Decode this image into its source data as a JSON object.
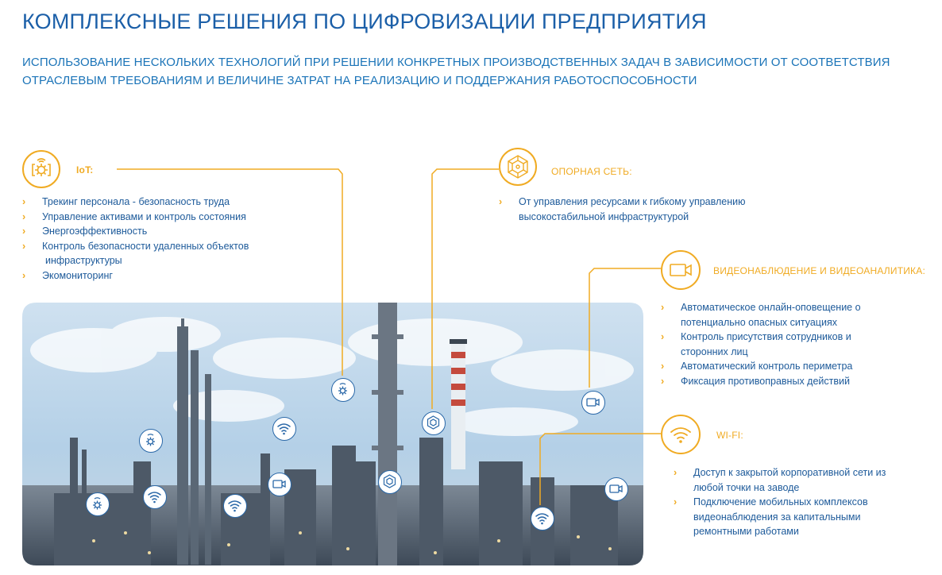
{
  "header": {
    "title": "КОМПЛЕКСНЫЕ РЕШЕНИЯ ПО ЦИФРОВИЗАЦИИ ПРЕДПРИЯТИЯ",
    "subtitle_lines": [
      "ИСПОЛЬЗОВАНИЕ НЕСКОЛЬКИХ ТЕХНОЛОГИЙ ПРИ РЕШЕНИИ КОНКРЕТНЫХ ПРОИЗВОДСТВЕННЫХ ЗАДАЧ В ЗАВИСИМОСТИ ОТ СООТВЕТСТВИЯ",
      "ОТРАСЛЕВЫМ ТРЕБОВАНИЯМ И ВЕЛИЧИНЕ ЗАТРАТ НА РЕАЛИЗАЦИЮ  И ПОДДЕРЖАНИЯ РАБОТОСПОСОБНОСТИ"
    ]
  },
  "sections": {
    "iot": {
      "label": "IoT:",
      "icon": "iot-gear-icon",
      "items": [
        "Трекинг персонала - безопасность труда",
        "Управление активами и контроль состояния",
        "Энергоэффективность",
        "Контроль безопасности удаленных объектов",
        "Экомониторинг"
      ],
      "item4_cont": "инфраструктуры"
    },
    "backbone": {
      "label": "ОПОРНАЯ СЕТЬ:",
      "icon": "network-hexagon-icon",
      "items": [
        "От управления ресурсами к гибкому управлению"
      ],
      "item1_cont": "высокостабильной инфраструктурой"
    },
    "video": {
      "label": "ВИДЕОНАБЛЮДЕНИЕ И ВИДЕОАНАЛИТИКА:",
      "icon": "video-camera-icon",
      "items": [
        [
          "Автоматическое онлайн-оповещение  о",
          "потенциально опасных ситуациях"
        ],
        [
          "Контроль присутствия сотрудников  и",
          "сторонних лиц"
        ],
        [
          "Автоматический контроль периметра"
        ],
        [
          "Фиксация противоправных действий"
        ]
      ]
    },
    "wifi": {
      "label": "WI-FI:",
      "icon": "wifi-icon",
      "items": [
        [
          "Доступ к закрытой корпоративной сети из",
          "любой точки  на заводе"
        ],
        [
          "Подключение мобильных комплексов",
          "видеонаблюдения за капитальными",
          "ремонтными работами"
        ]
      ]
    }
  },
  "colors": {
    "accent": "#f0ab23",
    "title_blue": "#1b5fa8",
    "text_blue": "#1d5a9a",
    "sky": "#b7d3ea"
  },
  "photo": {
    "subject": "refinery-plant-photo",
    "marker_icons": [
      "iot-gear-icon",
      "wifi-icon",
      "video-camera-icon",
      "network-hexagon-icon"
    ]
  }
}
